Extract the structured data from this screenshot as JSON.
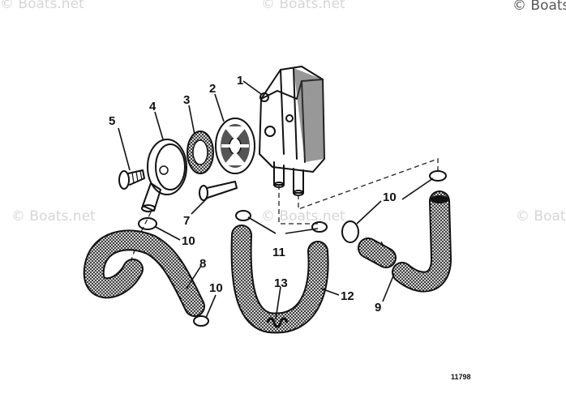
{
  "watermarks": [
    "© Boats.net",
    "© Boats.net",
    "© Boats.net",
    "© Boats.net",
    "© Boats.net",
    "© Boats.net"
  ],
  "callouts": {
    "c1": "1",
    "c2": "2",
    "c3": "3",
    "c4": "4",
    "c5": "5",
    "c7": "7",
    "c8": "8",
    "c9": "9",
    "c10a": "10",
    "c10b": "10",
    "c10c": "10",
    "c11": "11",
    "c12": "12",
    "c13": "13"
  },
  "figure_number": "11798",
  "parts": [
    {
      "ref": "1",
      "part": "fuel-pump"
    },
    {
      "ref": "2",
      "part": "gasket"
    },
    {
      "ref": "3",
      "part": "filter-screen"
    },
    {
      "ref": "4",
      "part": "cover"
    },
    {
      "ref": "5",
      "part": "screw"
    },
    {
      "ref": "7",
      "part": "bolt"
    },
    {
      "ref": "8",
      "part": "hose"
    },
    {
      "ref": "9",
      "part": "hose"
    },
    {
      "ref": "10",
      "part": "clamp"
    },
    {
      "ref": "11",
      "part": "clamp"
    },
    {
      "ref": "12",
      "part": "hose"
    },
    {
      "ref": "13",
      "part": "spring"
    }
  ]
}
